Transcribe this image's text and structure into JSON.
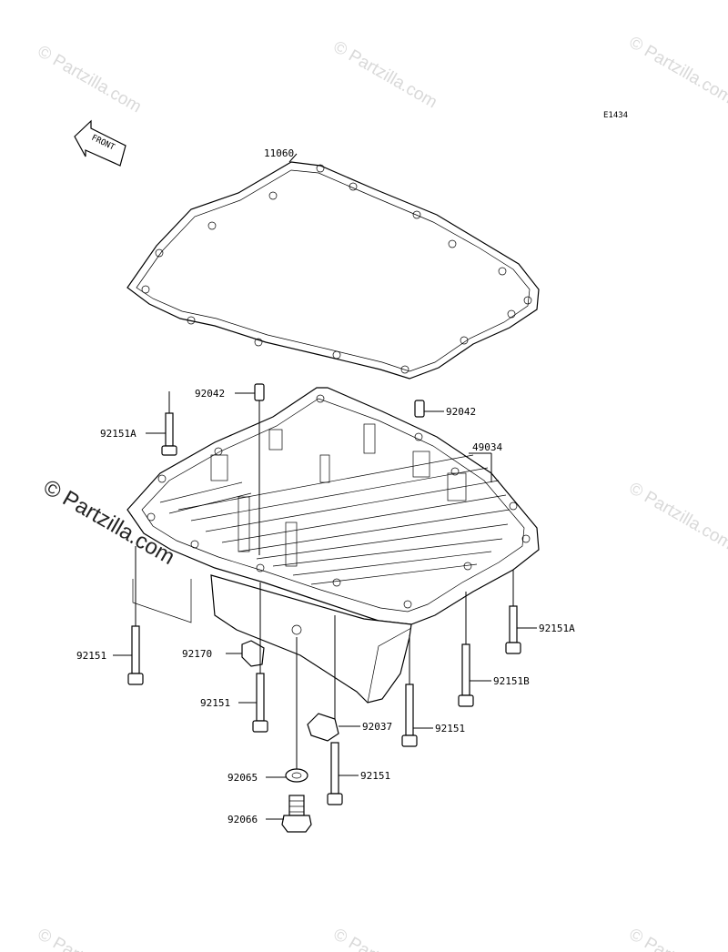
{
  "diagram_code": "E1434",
  "front_label": "FRONT",
  "watermark": "© Partzilla.com",
  "watermark_large": "© Partzilla.com",
  "callouts": {
    "gasket": "11060",
    "dowel_left": "92042",
    "dowel_right": "92042",
    "bolt_a_left": "92151A",
    "oil_pan": "49034",
    "bolt_a_right": "92151A",
    "bolt_left": "92151",
    "clamp": "92170",
    "bolt_b": "92151B",
    "bolt_mid_left": "92151",
    "clamp_lower": "92037",
    "bolt_mid_right": "92151",
    "washer": "92065",
    "bolt_bottom": "92151",
    "drain_plug": "92066"
  }
}
